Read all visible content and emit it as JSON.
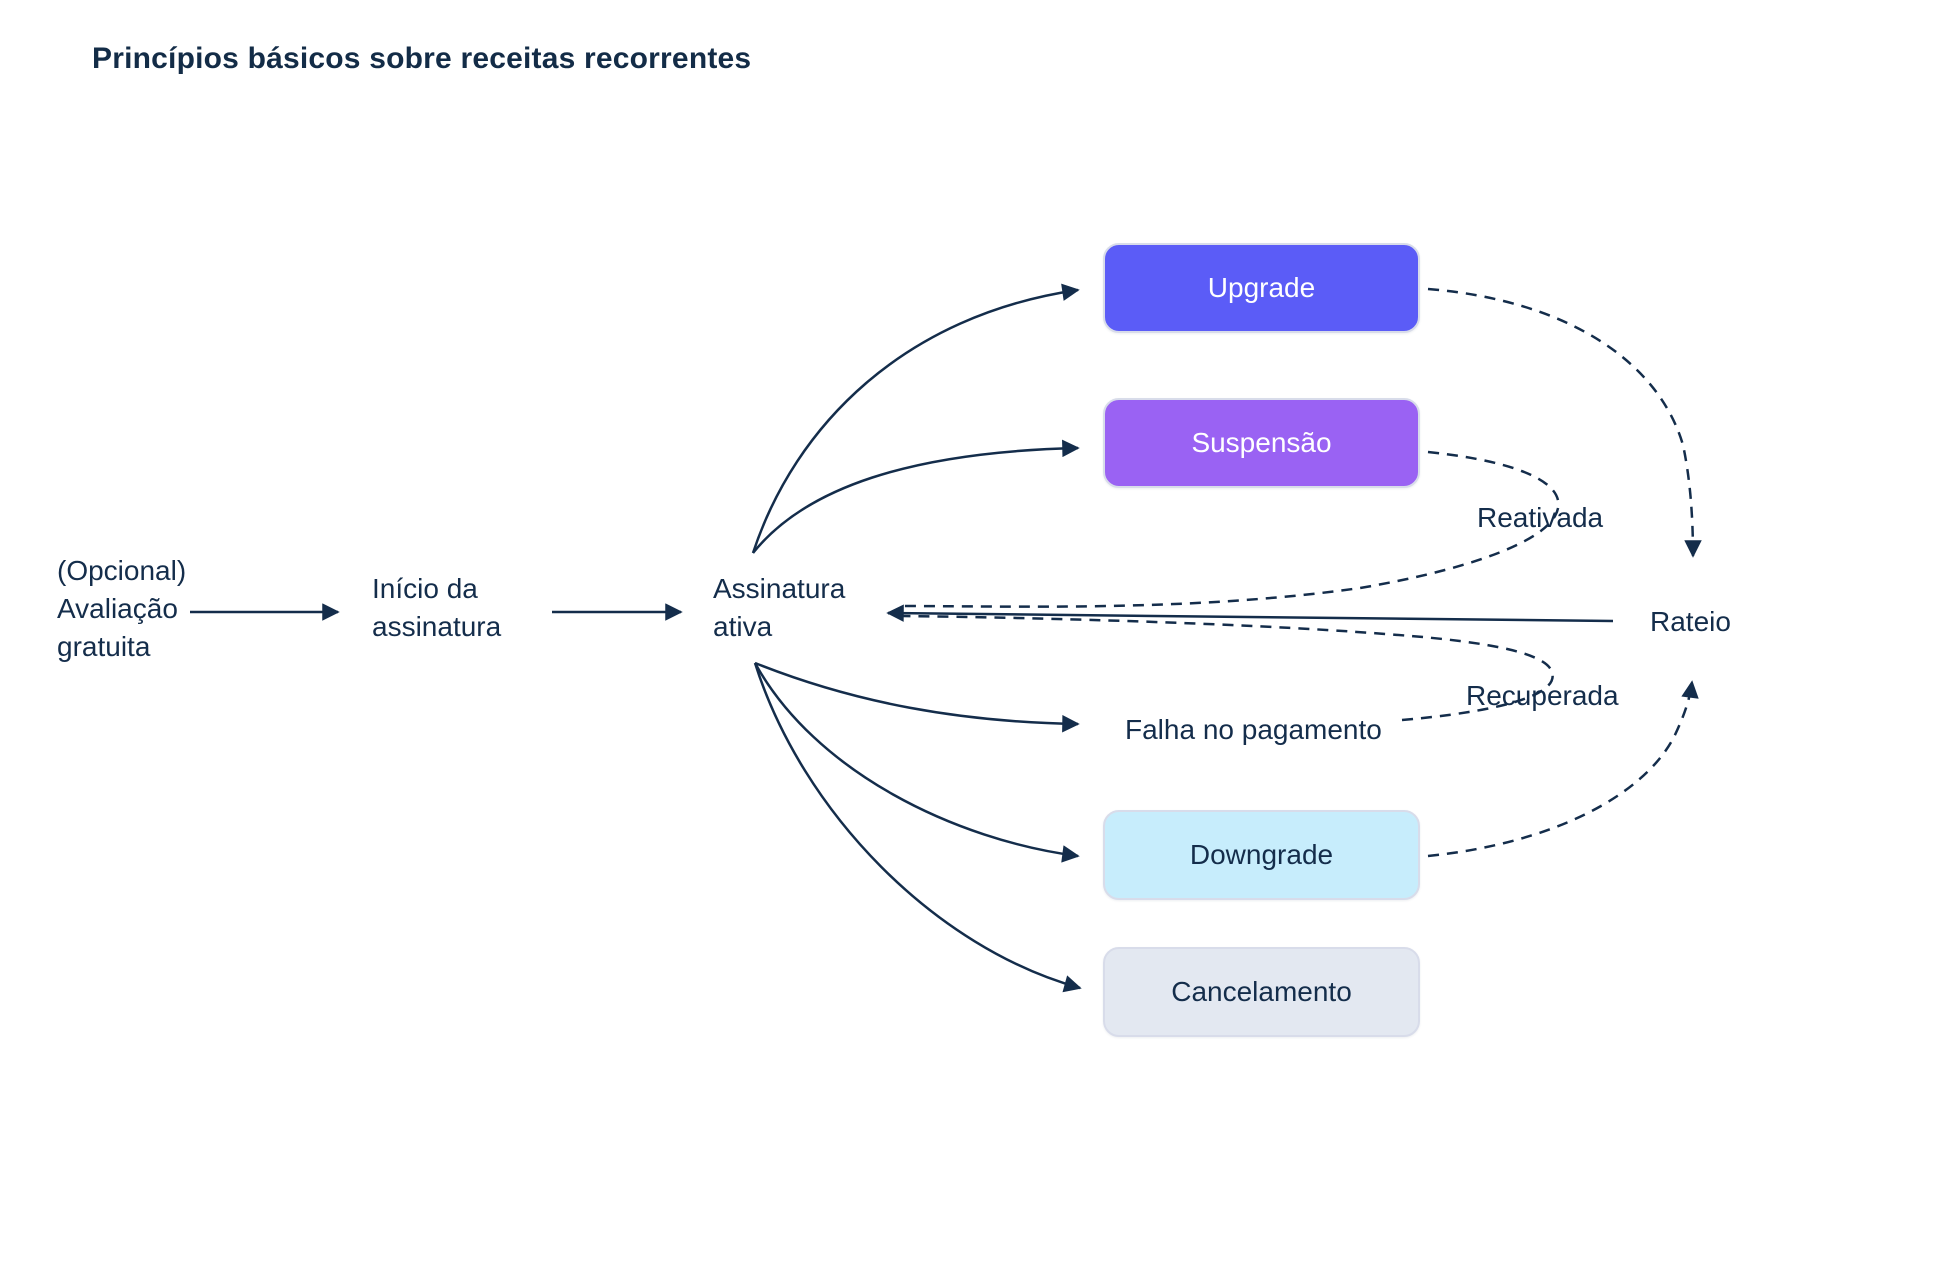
{
  "title": "Princípios básicos sobre receitas recorrentes",
  "colors": {
    "text": "#142D4B",
    "arrow": "#142D4B",
    "upgrade_bg": "#5B5CF7",
    "suspension_bg": "#9A62F3",
    "downgrade_bg": "#C7EDFC",
    "cancellation_bg": "#E3E8F1",
    "box_border": "#D8DCEA"
  },
  "nodes": {
    "trial": {
      "lines": [
        "(Opcional)",
        "Avaliação",
        "gratuita"
      ]
    },
    "start": {
      "lines": [
        "Início da",
        "assinatura"
      ]
    },
    "active": {
      "lines": [
        "Assinatura",
        "ativa"
      ]
    },
    "upgrade": {
      "label": "Upgrade"
    },
    "suspension": {
      "label": "Suspensão"
    },
    "payment_failure": {
      "label": "Falha no pagamento"
    },
    "downgrade": {
      "label": "Downgrade"
    },
    "cancellation": {
      "label": "Cancelamento"
    },
    "proration": {
      "label": "Rateio"
    },
    "reactivated": {
      "label": "Reativada"
    },
    "recovered": {
      "label": "Recuperada"
    }
  },
  "edges": [
    {
      "from": "trial",
      "to": "start",
      "style": "solid"
    },
    {
      "from": "start",
      "to": "active",
      "style": "solid"
    },
    {
      "from": "active",
      "to": "upgrade",
      "style": "solid-curve"
    },
    {
      "from": "active",
      "to": "suspension",
      "style": "solid-curve"
    },
    {
      "from": "active",
      "to": "payment_failure",
      "style": "solid-curve"
    },
    {
      "from": "active",
      "to": "downgrade",
      "style": "solid-curve"
    },
    {
      "from": "active",
      "to": "cancellation",
      "style": "solid-curve"
    },
    {
      "from": "upgrade",
      "to": "proration",
      "style": "dashed"
    },
    {
      "from": "downgrade",
      "to": "proration",
      "style": "dashed"
    },
    {
      "from": "suspension",
      "to": "active",
      "style": "dashed",
      "label": "Reativada"
    },
    {
      "from": "payment_failure",
      "to": "active",
      "style": "dashed",
      "label": "Recuperada"
    },
    {
      "from": "proration",
      "to": "active",
      "style": "solid"
    }
  ]
}
